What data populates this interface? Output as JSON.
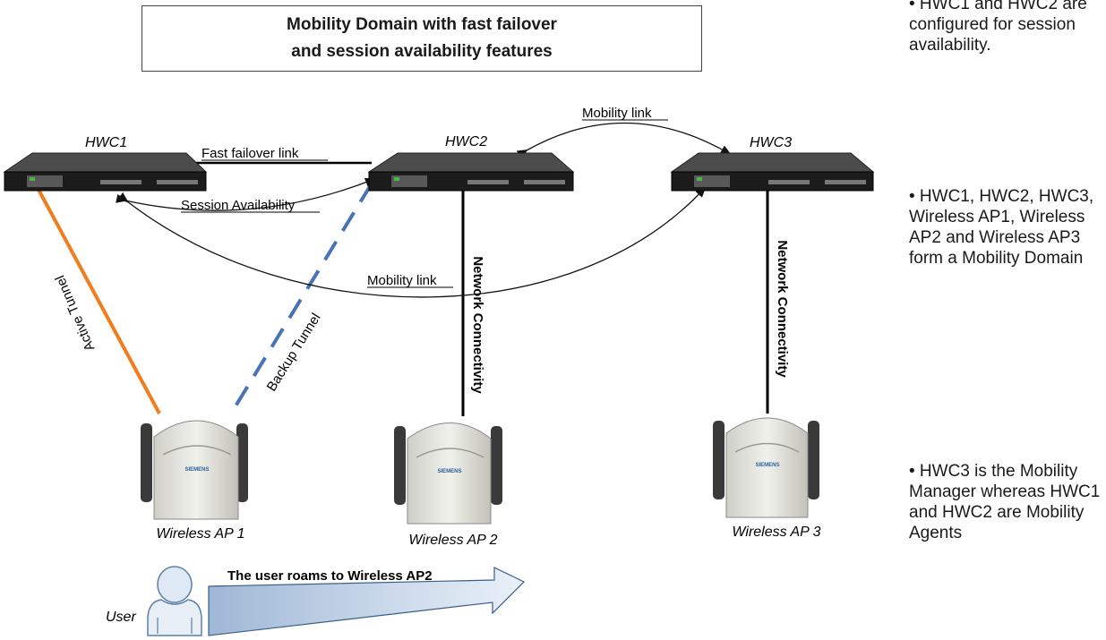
{
  "title": {
    "line1": "Mobility Domain with fast failover",
    "line2": "and session availability features"
  },
  "controllers": [
    {
      "label": "HWC1"
    },
    {
      "label": "HWC2"
    },
    {
      "label": "HWC3"
    }
  ],
  "access_points": [
    {
      "label": "Wireless AP 1",
      "brand": "SIEMENS"
    },
    {
      "label": "Wireless AP 2",
      "brand": "SIEMENS"
    },
    {
      "label": "Wireless AP 3",
      "brand": "SIEMENS"
    }
  ],
  "links": {
    "fast_failover": "Fast failover link",
    "session_availability": "Session Availability",
    "mobility_top": "Mobility link",
    "mobility_bottom": "Mobility link",
    "active_tunnel": "Active Tunnel",
    "backup_tunnel": "Backup Tunnel",
    "network_connectivity_1": "Network Connectivity",
    "network_connectivity_2": "Network Connectivity"
  },
  "colors": {
    "active_tunnel": "#f07d1e",
    "backup_tunnel": "#4a72b8"
  },
  "user": {
    "label": "User"
  },
  "roam_arrow": {
    "label": "The user roams to Wireless  AP2"
  },
  "notes": [
    "• HWC1 and HWC2 are configured for session availability.",
    "• HWC1, HWC2, HWC3, Wireless AP1, Wireless AP2 and Wireless AP3 form a Mobility Domain",
    "• HWC3 is the Mobility Manager whereas HWC1 and HWC2 are Mobility Agents"
  ]
}
